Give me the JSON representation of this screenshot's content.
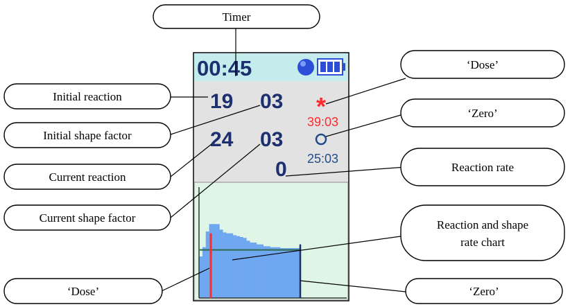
{
  "device": {
    "timer": "00:45",
    "initial_reaction": "19",
    "initial_shape_factor": "03",
    "current_reaction": "24",
    "current_shape_factor": "03",
    "dose_symbol": "*",
    "dose_time": "39:03",
    "zero_symbol": "O",
    "zero_time": "25:03",
    "reaction_rate": "0",
    "colors": {
      "header": "#c4ecec",
      "panel": "#e2e2e2",
      "chart_bg": "#dff5e6",
      "fill": "#6fa8f0",
      "digits": "#1c2f6e",
      "dose": "#ff2a2a",
      "zero": "#1f4b8a"
    }
  },
  "callouts": {
    "timer": "Timer",
    "initial_reaction": "Initial reaction",
    "initial_shape_factor": "Initial shape factor",
    "current_reaction": "Current reaction",
    "current_shape_factor": "Current shape factor",
    "dose_top": "‘Dose’",
    "zero_top": "‘Zero’",
    "reaction_rate": "Reaction rate",
    "chart_line1": "Reaction and shape",
    "chart_line2": "rate chart",
    "dose_bottom": "‘Dose’",
    "zero_bottom": "‘Zero’"
  },
  "chart_data": {
    "type": "area",
    "x": [
      0,
      1,
      2,
      3,
      4,
      5,
      6,
      7,
      8,
      9,
      10,
      11,
      12,
      13,
      14,
      15,
      16,
      17,
      18,
      19,
      20,
      21,
      22,
      23,
      24,
      25,
      26,
      27,
      28,
      29
    ],
    "y": [
      45,
      55,
      72,
      80,
      80,
      80,
      74,
      71,
      70,
      70,
      68,
      67,
      66,
      65,
      62,
      60,
      60,
      58,
      58,
      56,
      56,
      55,
      55,
      55,
      54,
      54,
      54,
      54,
      54,
      54
    ],
    "ylim": [
      0,
      120
    ],
    "dose_x": 3,
    "zero_x": 29,
    "baseline_y": 52
  }
}
